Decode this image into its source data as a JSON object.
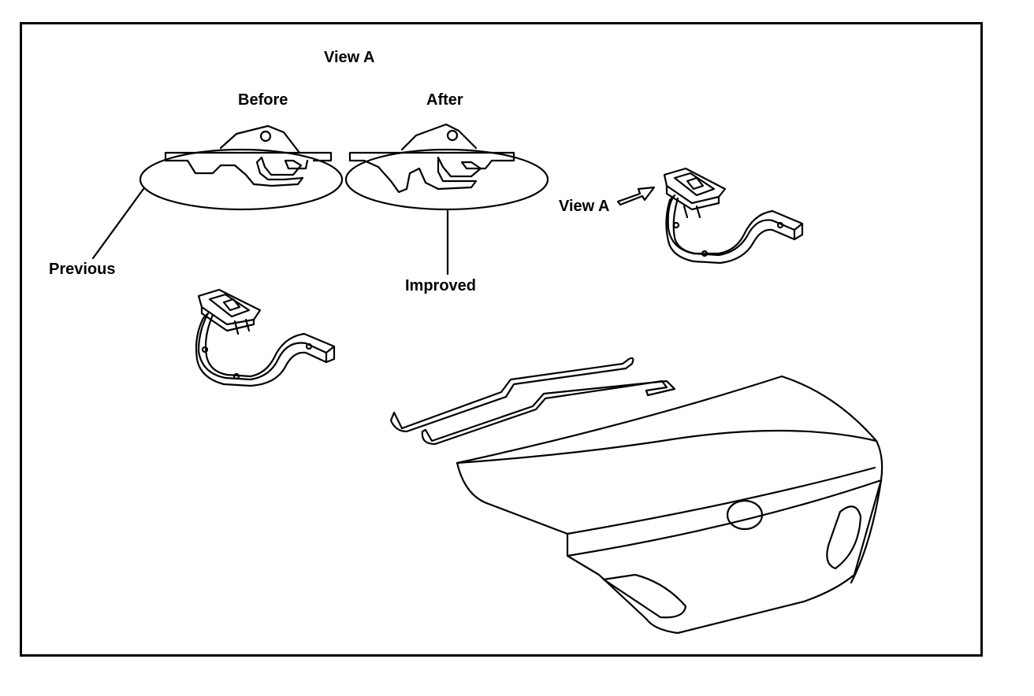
{
  "labels": {
    "view_a_title": "View A",
    "before": "Before",
    "after": "After",
    "previous": "Previous",
    "improved": "Improved",
    "view_a_arrow": "View A"
  },
  "colors": {
    "line": "#000000",
    "background": "#ffffff"
  }
}
